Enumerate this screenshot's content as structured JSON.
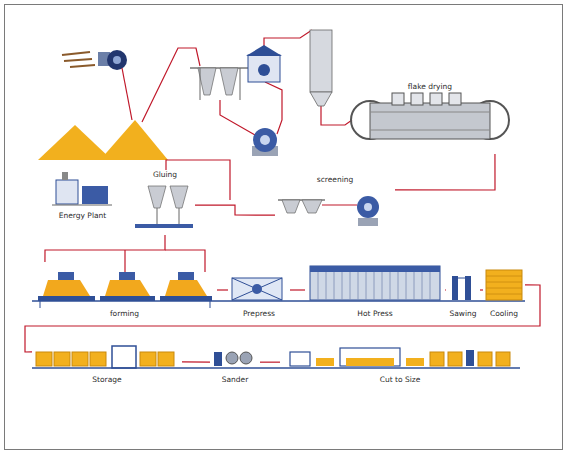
{
  "diagram": {
    "nodes": [
      {
        "text": [
          "flake drying"
        ]
      },
      {
        "text": [
          "Gluing"
        ]
      },
      {
        "text": [
          "screening"
        ]
      },
      {
        "text": [
          "Energy Plant"
        ]
      },
      {
        "text": [
          "forming"
        ]
      },
      {
        "text": [
          "Prepress"
        ]
      },
      {
        "text": [
          "Hot Press"
        ]
      },
      {
        "text": [
          "Sawing"
        ]
      },
      {
        "text": [
          "Cooling"
        ]
      },
      {
        "text": [
          "Storage"
        ]
      },
      {
        "text": [
          "Sander"
        ]
      },
      {
        "text": [
          "Cut to Size"
        ]
      }
    ],
    "edges": [
      {
        "from": 0,
        "to": 2,
        "arrow": "none"
      },
      {
        "from": 2,
        "to": 1,
        "arrow": "none"
      },
      {
        "from": 1,
        "to": 4,
        "arrow": "none"
      },
      {
        "from": 4,
        "to": 5,
        "arrow": "none"
      },
      {
        "from": 5,
        "to": 6,
        "arrow": "none"
      },
      {
        "from": 6,
        "to": 7,
        "arrow": "none"
      },
      {
        "from": 7,
        "to": 8,
        "arrow": "none"
      },
      {
        "from": 8,
        "to": 9,
        "arrow": "none"
      },
      {
        "from": 9,
        "to": 10,
        "arrow": "none"
      },
      {
        "from": 10,
        "to": 11,
        "arrow": "none"
      }
    ]
  }
}
